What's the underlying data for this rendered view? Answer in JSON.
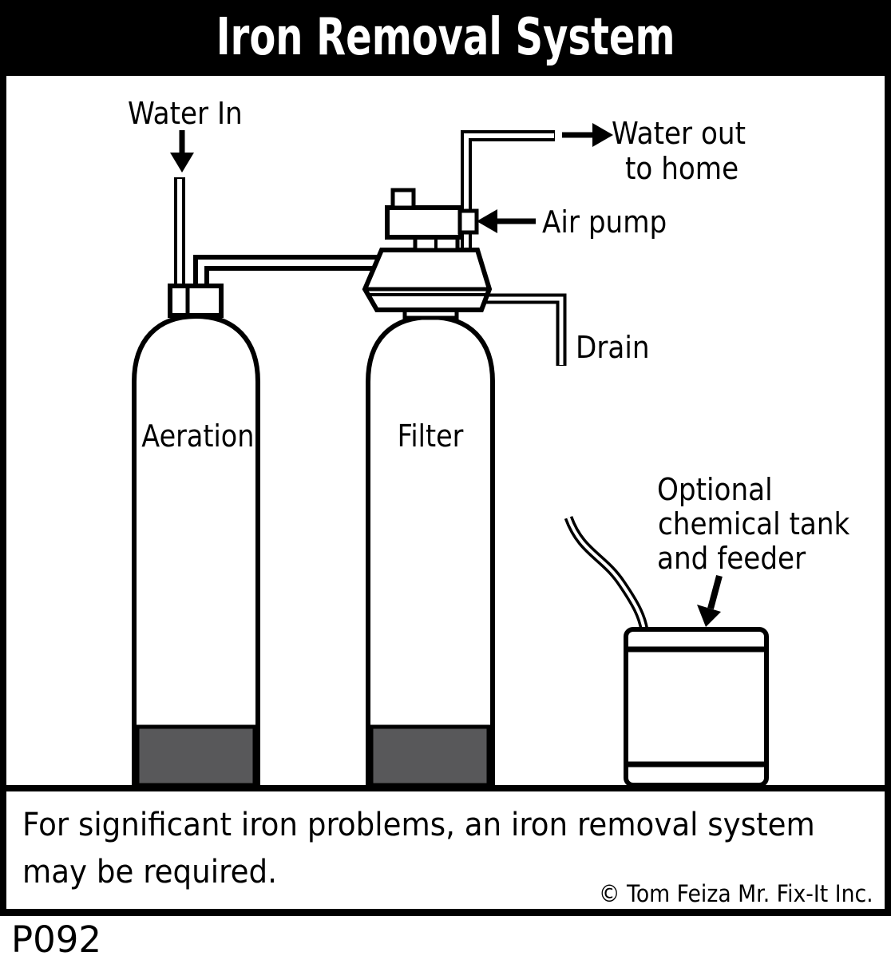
{
  "banner": {
    "title": "Iron Removal System"
  },
  "diagram": {
    "labels": {
      "water_in": "Water In",
      "water_out": [
        "Water out",
        "to home"
      ],
      "air_pump": "Air pump",
      "drain": "Drain",
      "aeration_tank": "Aeration",
      "filter_tank": "Filter",
      "chemical": [
        "Optional",
        "chemical tank",
        "and feeder"
      ]
    },
    "icons": {
      "water_in_arrow": "down-arrow",
      "water_out_arrow": "right-arrow",
      "air_pump_arrow": "left-arrow",
      "chemical_tank_arrow": "down-left-arrow"
    },
    "colors": {
      "line": "#000000",
      "tank_base_fill": "#58585a",
      "banner_background": "#000000",
      "banner_text": "#ffffff",
      "background": "#ffffff"
    }
  },
  "caption": {
    "lines": [
      "For significant iron problems, an iron removal system",
      "may be required."
    ],
    "credit": "© Tom Feiza Mr. Fix-It Inc."
  },
  "footer": {
    "code": "P092"
  }
}
